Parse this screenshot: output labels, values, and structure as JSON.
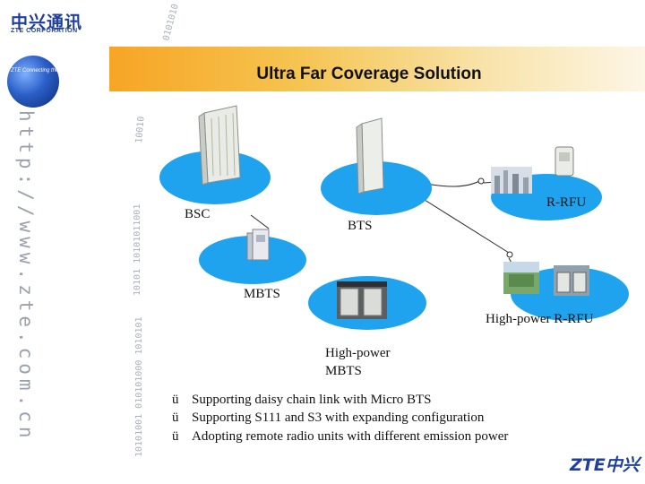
{
  "header": {
    "logo_cn": "中兴通讯",
    "logo_corp": "ZTE CORPORATION",
    "globe_text": "ZTE Connecting the World",
    "title": "Ultra Far Coverage Solution",
    "vertical_url": "http://www.zte.com.cn"
  },
  "diagram": {
    "labels": {
      "bsc": "BSC",
      "bts": "BTS",
      "rrfu": "R-RFU",
      "mbts": "MBTS",
      "hp_rrfu": "High-power R-RFU",
      "hp_mbts_1": "High-power",
      "hp_mbts_2": "MBTS"
    }
  },
  "bullets": [
    "Supporting daisy chain link with Micro BTS",
    "Supporting S111 and S3 with expanding configuration",
    "Adopting remote radio units with different emission power"
  ],
  "bullet_glyph": "ü",
  "footer": {
    "logo": "ZTE中兴"
  },
  "colors": {
    "banner_start": "#f7a524",
    "banner_end": "#fdf6e6",
    "disc": "#1fa3ee",
    "brand": "#1f3f9a"
  },
  "decor": {
    "binary_top": "0101010",
    "binary_mid": "10010",
    "binary_right": "10101 10101011001",
    "binary_left": "10101001 010101000 1010101"
  }
}
